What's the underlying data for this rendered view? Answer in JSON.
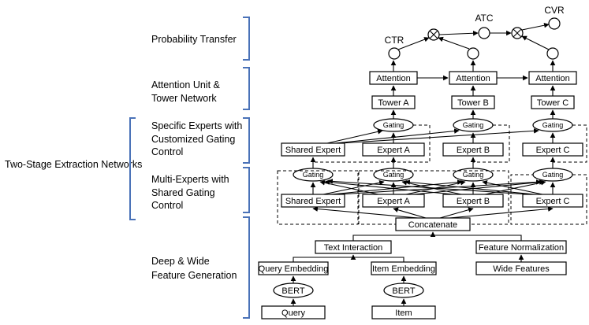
{
  "sections": {
    "two_stage": "Two-Stage Extraction Networks",
    "prob_transfer": "Probability Transfer",
    "attention_1": "Attention Unit &",
    "attention_2": "Tower Network",
    "specific_1": "Specific Experts with",
    "specific_2": "Customized Gating",
    "specific_3": "Control",
    "multi_1": "Multi-Experts with",
    "multi_2": "Shared Gating",
    "multi_3": "Control",
    "deep_1": "Deep & Wide",
    "deep_2": "Feature Generation"
  },
  "outputs": {
    "ctr": "CTR",
    "atc": "ATC",
    "cvr": "CVR"
  },
  "attention": {
    "a": "Attention",
    "b": "Attention",
    "c": "Attention"
  },
  "towers": {
    "a": "Tower A",
    "b": "Tower B",
    "c": "Tower C"
  },
  "gating": {
    "top1": "Gating",
    "top2": "Gating",
    "top3": "Gating",
    "low0": "Gating",
    "low1": "Gating",
    "low2": "Gating",
    "low3": "Gating"
  },
  "experts_top": {
    "shared": "Shared Expert",
    "a": "Expert A",
    "b": "Expert B",
    "c": "Expert C"
  },
  "experts_low": {
    "shared": "Shared Expert",
    "a": "Expert A",
    "b": "Expert B",
    "c": "Expert C"
  },
  "concat": "Concatenate",
  "text_interaction": "Text Interaction",
  "feature_norm": "Feature Normalization",
  "query_emb": "Query Embedding",
  "item_emb": "Item Embedding",
  "wide_features": "Wide Features",
  "bert1": "BERT",
  "bert2": "BERT",
  "query": "Query",
  "item": "Item"
}
